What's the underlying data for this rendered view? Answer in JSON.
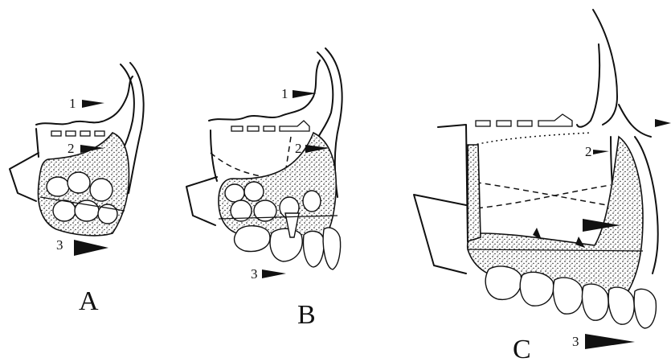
{
  "panels": [
    {
      "id": "A",
      "label": "A",
      "arrows": [
        "1",
        "2",
        "3"
      ]
    },
    {
      "id": "B",
      "label": "B",
      "arrows": [
        "1",
        "2",
        "3"
      ]
    },
    {
      "id": "C",
      "label": "C",
      "arrows": [
        "2",
        "3"
      ]
    }
  ],
  "colors": {
    "ink": "#111111",
    "background": "#ffffff"
  }
}
